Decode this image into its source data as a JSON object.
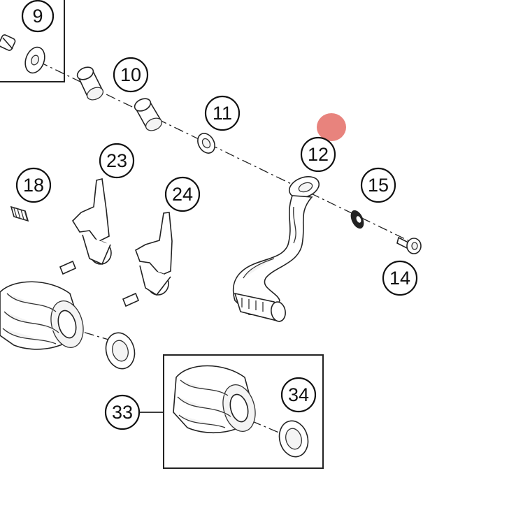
{
  "callouts": [
    {
      "id": "9",
      "label": "9"
    },
    {
      "id": "10",
      "label": "10"
    },
    {
      "id": "11",
      "label": "11"
    },
    {
      "id": "12",
      "label": "12"
    },
    {
      "id": "14",
      "label": "14"
    },
    {
      "id": "15",
      "label": "15"
    },
    {
      "id": "18",
      "label": "18"
    },
    {
      "id": "23",
      "label": "23"
    },
    {
      "id": "24",
      "label": "24"
    },
    {
      "id": "33",
      "label": "33"
    },
    {
      "id": "34",
      "label": "34"
    }
  ],
  "highlight_color": "#e8837d"
}
